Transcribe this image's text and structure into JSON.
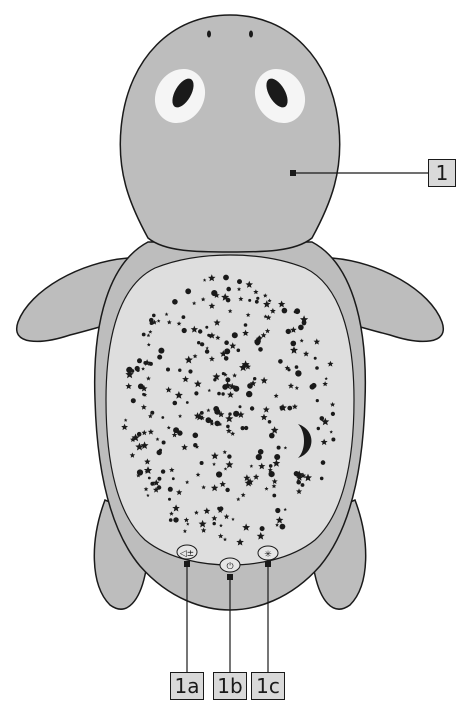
{
  "figure": {
    "subject": "turtle night-light toy, top view",
    "callouts": [
      {
        "id": "1",
        "label": "1",
        "part": "head"
      },
      {
        "id": "1a",
        "label": "1a",
        "part": "volume button",
        "icon": "speaker-volume-icon",
        "symbol": "◁±"
      },
      {
        "id": "1b",
        "label": "1b",
        "part": "power button",
        "icon": "power-icon",
        "symbol": "⏻"
      },
      {
        "id": "1c",
        "label": "1c",
        "part": "light button",
        "icon": "light-sparkle-icon",
        "symbol": "✳"
      }
    ]
  },
  "colors": {
    "body_gray": "#bdbdbd",
    "shell_gray": "#dedede",
    "eye_white": "#f5f5f5",
    "outline": "#1a1a1a",
    "callout_fill": "#d9d9d9"
  }
}
